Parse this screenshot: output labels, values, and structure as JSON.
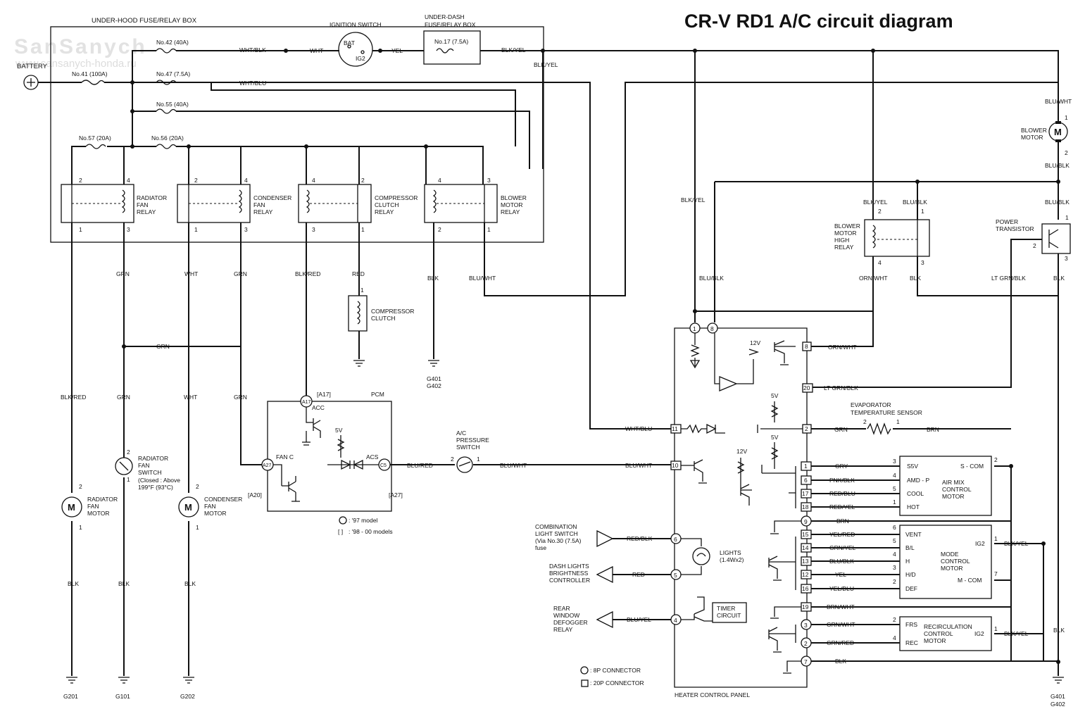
{
  "title": "CR-V RD1 A/C circuit diagram",
  "watermark": {
    "brand": "SanSanych",
    "url": "www.sansanych-honda.ru"
  },
  "underhood_box_label": "UNDER-HOOD FUSE/RELAY BOX",
  "underdash_box_label": [
    "UNDER-DASH",
    "FUSE/RELAY BOX"
  ],
  "battery_label": "BATTERY",
  "ignition": {
    "label": "IGNITION SWITCH",
    "bat": "BAT",
    "ig2": "IG2"
  },
  "fuses": {
    "f42": "No.42 (40A)",
    "f41": "No.41 (100A)",
    "f47": "No.47 (7.5A)",
    "f55": "No.55 (40A)",
    "f57": "No.57 (20A)",
    "f56": "No.56 (20A)",
    "f17": "No.17 (7.5A)"
  },
  "wires": {
    "wht_blk": "WHT/BLK",
    "wht": "WHT",
    "yel": "YEL",
    "blk_yel": "BLK/YEL",
    "wht_blu": "WHT/BLU",
    "grn": "GRN",
    "blk_red": "BLK/RED",
    "red": "RED",
    "blk": "BLK",
    "blu_wht": "BLU/WHT",
    "blu_red": "BLU/RED",
    "blu_blk": "BLU/BLK",
    "orn_wht": "ORN/WHT",
    "lt_grn_blk": "LT GRN/BLK",
    "brn": "BRN",
    "gry": "GRY",
    "pnk_blk": "PNK/BLK",
    "red_blu": "RED/BLU",
    "red_yel": "RED/YEL",
    "yel_red": "YEL/RED",
    "grn_yel": "GRN/YEL",
    "yel_blu": "YEL/BLU",
    "brn_wht": "BRN/WHT",
    "grn_wht": "GRN/WHT",
    "grn_red": "GRN/RED",
    "red_blk": "RED/BLK",
    "blu_yel": "BLU/YEL"
  },
  "relays": {
    "radiator": [
      "RADIATOR",
      "FAN",
      "RELAY"
    ],
    "condenser": [
      "CONDENSER",
      "FAN",
      "RELAY"
    ],
    "compressor": [
      "COMPRESSOR",
      "CLUTCH",
      "RELAY"
    ],
    "blower": [
      "BLOWER",
      "MOTOR",
      "RELAY"
    ],
    "blower_high": [
      "BLOWER",
      "MOTOR",
      "HIGH",
      "RELAY"
    ]
  },
  "pins": {
    "p1": "1",
    "p2": "2",
    "p3": "3",
    "p4": "4",
    "p5": "5",
    "p6": "6",
    "p7": "7",
    "p8": "8",
    "p9": "9",
    "p10": "10",
    "p11": "11",
    "p12": "12",
    "p13": "13",
    "p14": "14",
    "p15": "15",
    "p16": "16",
    "p17": "17",
    "p18": "18",
    "p19": "19",
    "p20": "20"
  },
  "compressor_clutch": [
    "COMPRESSOR",
    "CLUTCH"
  ],
  "grounds": {
    "g201": "G201",
    "g101": "G101",
    "g202": "G202",
    "g401": "G401",
    "g402": "G402"
  },
  "radiator_switch": [
    "RADIATOR",
    "FAN",
    "SWITCH",
    "(Closed : Above",
    "199°F (93°C)"
  ],
  "radiator_motor": [
    "RADIATOR",
    "FAN",
    "MOTOR"
  ],
  "condenser_motor": [
    "CONDENSER",
    "FAN",
    "MOTOR"
  ],
  "motor_symbol": "M",
  "pcm": {
    "label": "PCM",
    "a17": "A17",
    "a17b": "[A17]",
    "acc": "ACC",
    "fanc": "FAN C",
    "a27": "A27",
    "a20": "[A20]",
    "acs": "ACS",
    "c5": "C5",
    "a27b": "[A27]",
    "v5": "5V"
  },
  "pcm_legend": {
    "circle": ": '97 model",
    "bracket": ": '98 - 00 models"
  },
  "pressure_switch": [
    "A/C",
    "PRESSURE",
    "SWITCH"
  ],
  "blower_motor": [
    "BLOWER",
    "MOTOR"
  ],
  "power_transistor": [
    "POWER",
    "TRANSISTOR"
  ],
  "evap_sensor": [
    "EVAPORATOR",
    "TEMPERATURE SENSOR"
  ],
  "v12": "12V",
  "v5": "5V",
  "airmix": {
    "pins": [
      "S5V",
      "AMD - P",
      "COOL",
      "HOT"
    ],
    "scom": "S - COM",
    "name": [
      "AIR MIX",
      "CONTROL",
      "MOTOR"
    ]
  },
  "mode": {
    "pins": [
      "VENT",
      "B/L",
      "H",
      "H/D",
      "DEF"
    ],
    "ig2": "IG2",
    "mcom": "M - COM",
    "name": [
      "MODE",
      "CONTROL",
      "MOTOR"
    ]
  },
  "recirc": {
    "pins": [
      "FRS",
      "REC"
    ],
    "ig2": "IG2",
    "name": [
      "RECIRCULATION",
      "CONTROL",
      "MOTOR"
    ]
  },
  "combo_switch": [
    "COMBINATION",
    "LIGHT SWITCH",
    "(Via No.30 (7.5A)",
    "fuse"
  ],
  "dash_lights": [
    "DASH LIGHTS",
    "BRIGHTNESS",
    "CONTROLLER"
  ],
  "rear_defogger": [
    "REAR",
    "WINDOW",
    "DEFOGGER",
    "RELAY"
  ],
  "lights": [
    "LIGHTS",
    "(1.4Wx2)"
  ],
  "timer": [
    "TIMER",
    "CIRCUIT"
  ],
  "heater_panel": "HEATER CONTROL PANEL",
  "connector_legend": {
    "c8": ": 8P CONNECTOR",
    "c20": ": 20P CONNECTOR"
  }
}
